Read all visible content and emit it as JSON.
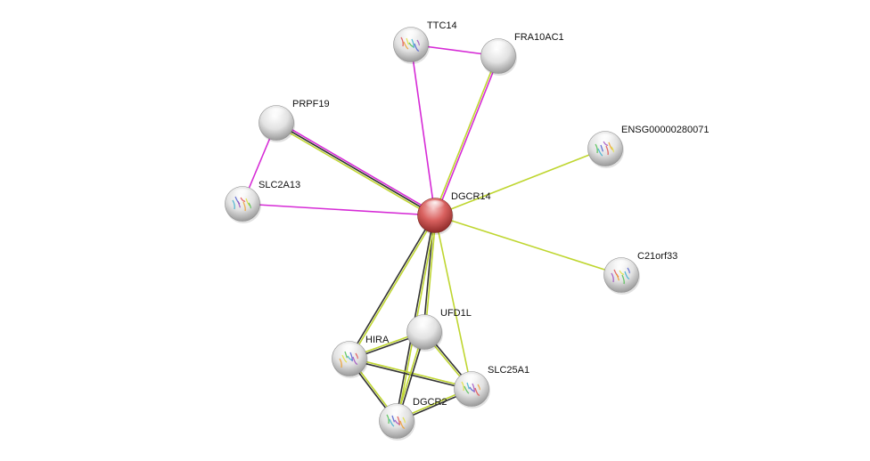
{
  "title": "Protein interaction network",
  "colors": {
    "experimental": "#d62bd6",
    "textmining": "#bfd630",
    "coexpression": "#333333",
    "query_node": "#d9534f",
    "node": "#dcdcdc"
  },
  "nodes": [
    {
      "id": "TTC14",
      "label": "TTC14",
      "query": false,
      "structure": true
    },
    {
      "id": "FRA10AC1",
      "label": "FRA10AC1",
      "query": false,
      "structure": false
    },
    {
      "id": "PRPF19",
      "label": "PRPF19",
      "query": false,
      "structure": false
    },
    {
      "id": "ENSG00000280071",
      "label": "ENSG00000280071",
      "query": false,
      "structure": true
    },
    {
      "id": "SLC2A13",
      "label": "SLC2A13",
      "query": false,
      "structure": true
    },
    {
      "id": "DGCR14",
      "label": "DGCR14",
      "query": true,
      "structure": false
    },
    {
      "id": "C21orf33",
      "label": "C21orf33",
      "query": false,
      "structure": true
    },
    {
      "id": "UFD1L",
      "label": "UFD1L",
      "query": false,
      "structure": false
    },
    {
      "id": "HIRA",
      "label": "HIRA",
      "query": false,
      "structure": true
    },
    {
      "id": "SLC25A1",
      "label": "SLC25A1",
      "query": false,
      "structure": true
    },
    {
      "id": "DGCR2",
      "label": "DGCR2",
      "query": false,
      "structure": true
    }
  ],
  "edges": [
    {
      "source": "TTC14",
      "target": "FRA10AC1",
      "evidence": [
        "experimental"
      ]
    },
    {
      "source": "TTC14",
      "target": "DGCR14",
      "evidence": [
        "experimental"
      ]
    },
    {
      "source": "FRA10AC1",
      "target": "DGCR14",
      "evidence": [
        "experimental",
        "textmining"
      ]
    },
    {
      "source": "PRPF19",
      "target": "DGCR14",
      "evidence": [
        "experimental",
        "coexpression",
        "textmining"
      ]
    },
    {
      "source": "PRPF19",
      "target": "SLC2A13",
      "evidence": [
        "experimental"
      ]
    },
    {
      "source": "SLC2A13",
      "target": "DGCR14",
      "evidence": [
        "experimental"
      ]
    },
    {
      "source": "ENSG00000280071",
      "target": "DGCR14",
      "evidence": [
        "textmining"
      ]
    },
    {
      "source": "C21orf33",
      "target": "DGCR14",
      "evidence": [
        "textmining"
      ]
    },
    {
      "source": "DGCR14",
      "target": "HIRA",
      "evidence": [
        "textmining",
        "coexpression"
      ]
    },
    {
      "source": "DGCR14",
      "target": "UFD1L",
      "evidence": [
        "textmining",
        "coexpression"
      ]
    },
    {
      "source": "DGCR14",
      "target": "DGCR2",
      "evidence": [
        "textmining",
        "coexpression"
      ]
    },
    {
      "source": "DGCR14",
      "target": "SLC25A1",
      "evidence": [
        "textmining"
      ]
    },
    {
      "source": "HIRA",
      "target": "UFD1L",
      "evidence": [
        "textmining",
        "coexpression"
      ]
    },
    {
      "source": "HIRA",
      "target": "SLC25A1",
      "evidence": [
        "textmining",
        "coexpression"
      ]
    },
    {
      "source": "HIRA",
      "target": "DGCR2",
      "evidence": [
        "textmining",
        "coexpression"
      ]
    },
    {
      "source": "UFD1L",
      "target": "SLC25A1",
      "evidence": [
        "coexpression",
        "textmining"
      ]
    },
    {
      "source": "UFD1L",
      "target": "DGCR2",
      "evidence": [
        "coexpression",
        "textmining"
      ]
    },
    {
      "source": "DGCR2",
      "target": "SLC25A1",
      "evidence": [
        "textmining",
        "coexpression"
      ]
    }
  ]
}
